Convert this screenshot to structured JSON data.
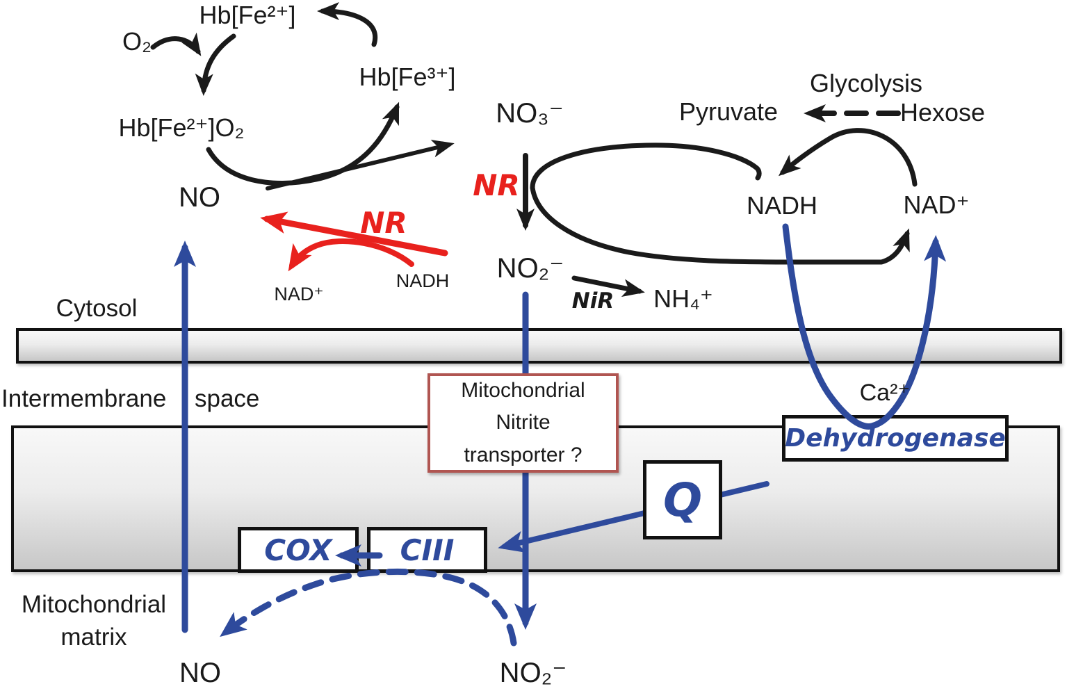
{
  "title": "Nitrate-nitrite-NO metabolism and mitochondrial electron transport diagram",
  "colors": {
    "blue": "#2e4a9c",
    "red": "#e8211d",
    "box_red": "#b05551",
    "ink": "#1a1a1a"
  },
  "hb_cycle": {
    "o2": "O₂",
    "hb_fe2": "Hb[Fe²⁺]",
    "hb_fe3": "Hb[Fe³⁺]",
    "hb_fe2_o2": "Hb[Fe²⁺]O₂",
    "no": "NO"
  },
  "nitrate_path": {
    "no3": "NO₃⁻",
    "nr_label": "NR",
    "no2": "NO₂⁻",
    "nir_label": "NiR",
    "nh4": "NH₄⁺"
  },
  "cytosolic_nr": {
    "nr_label": "NR",
    "nad": "NAD⁺",
    "nadh": "NADH"
  },
  "glycolysis_path": {
    "glycolysis": "Glycolysis",
    "pyruvate": "Pyruvate",
    "hexose": "Hexose",
    "nadh": "NADH",
    "nad": "NAD⁺",
    "ca2": "Ca²⁺"
  },
  "compartments": {
    "cytosol": "Cytosol",
    "intermembrane_word1": "Intermembrane",
    "intermembrane_word2": "space",
    "matrix_line1": "Mitochondrial",
    "matrix_line2": "matrix"
  },
  "boxes": {
    "transporter_line1": "Mitochondrial",
    "transporter_line2": "Nitrite",
    "transporter_line3": "transporter ?",
    "q": "Q",
    "dehydrogenase": "Dehydrogenase",
    "cox": "COX",
    "ciii": "CIII"
  },
  "matrix_species": {
    "no": "NO",
    "no2": "NO₂⁻"
  }
}
